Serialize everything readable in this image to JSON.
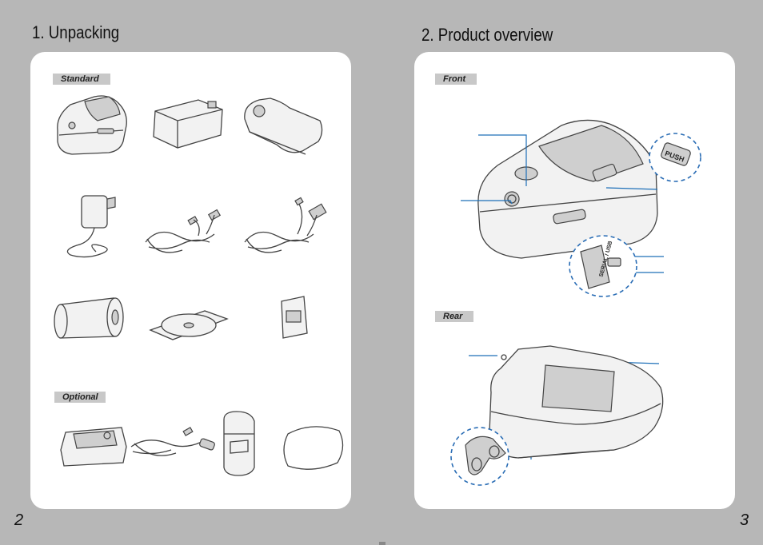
{
  "left_page": {
    "title": "1. Unpacking",
    "page_number": "2",
    "sections": {
      "standard": "Standard",
      "optional": "Optional"
    }
  },
  "right_page": {
    "title": "2. Product overview",
    "page_number": "3",
    "sections": {
      "front": "Front",
      "rear": "Rear"
    },
    "labels": {
      "push": "PUSH",
      "serial_usb": "SERIAL / USB"
    }
  },
  "colors": {
    "background": "#b7b7b7",
    "panel": "#ffffff",
    "tag": "#c8c8c8",
    "callout": "#1d6fb8"
  }
}
